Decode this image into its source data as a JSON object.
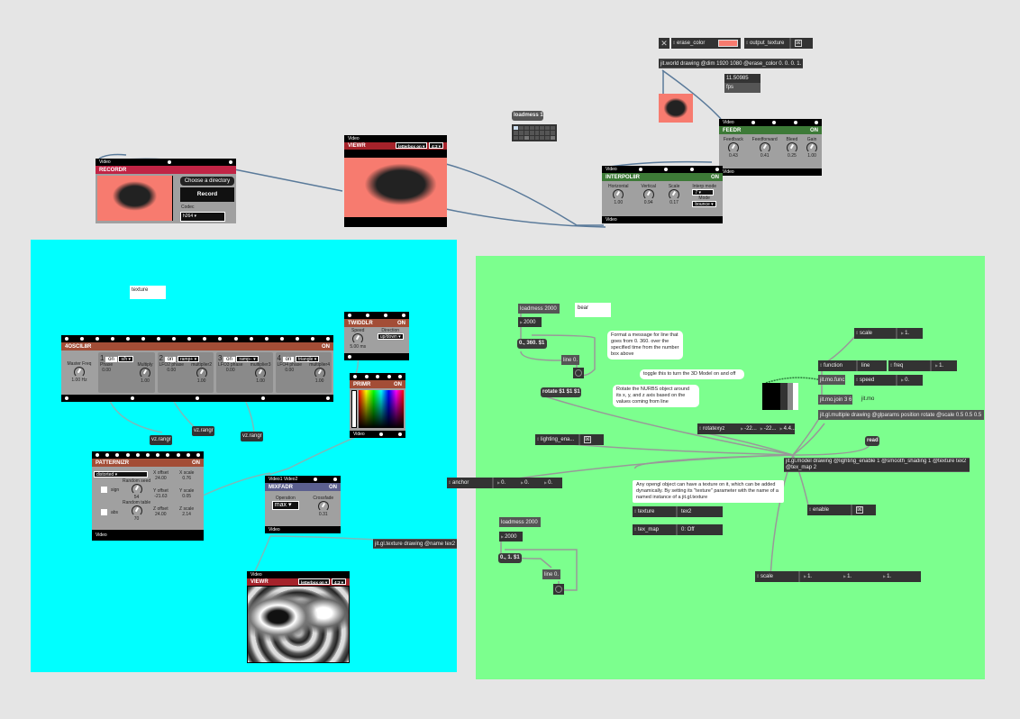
{
  "top": {
    "close_toggle": "✕",
    "erase_color": {
      "name": "erase_color",
      "color": "#f77b6f"
    },
    "output_texture": {
      "name": "output_texture",
      "value": "☒"
    },
    "jit_world": "jit.world drawing @dim 1920 1080 @erase_color 0. 0. 0. 1.",
    "fps_value": "11.50985",
    "fps_unit": "fps",
    "loadmess1": "loadmess 1"
  },
  "feedr": {
    "bar": "Video",
    "title": "FEEDR",
    "on": "ON",
    "knobs": [
      {
        "label": "Feedback",
        "value": "0.43"
      },
      {
        "label": "Feedforward",
        "value": "0.41"
      },
      {
        "label": "Bleed",
        "value": "0.25"
      },
      {
        "label": "Gain",
        "value": "1.00"
      }
    ],
    "footer": "Video"
  },
  "interpolr": {
    "bar": "Video",
    "title": "INTERPOL8R",
    "on": "ON",
    "knobs": [
      {
        "label": "Horizontal",
        "value": "1.00"
      },
      {
        "label": "Vertical",
        "value": "0.94"
      },
      {
        "label": "Scale",
        "value": "0.17"
      }
    ],
    "interp_label": "Interp mode",
    "interp_value": "7",
    "mode_label": "Mode",
    "mode_value": "bounce",
    "footer": "Video"
  },
  "recordr": {
    "bar": "Video",
    "title": "RECORDR",
    "choose_dir": "Choose a directory",
    "record": "Record",
    "codec_label": "Codec",
    "codec_value": "h264"
  },
  "viewr_top": {
    "bar": "Video",
    "title": "VIEWR",
    "letterbox": "letterbox on",
    "aspect": "4:3"
  },
  "viewr_bottom": {
    "bar": "Video",
    "title": "VIEWR",
    "letterbox": "letterbox on",
    "aspect": "4:3"
  },
  "cyan": {
    "texture_comment": "texture",
    "oscil": {
      "title": "4OSCIL8R",
      "on": "ON",
      "master_label": "Master Freq",
      "master_value": "1.00 Hz",
      "channels": [
        {
          "num": "1",
          "on": "on",
          "wave": "s/h",
          "phase_label": "Phase",
          "phase": "0.00",
          "mult_label": "Multiply",
          "mult": "1.00"
        },
        {
          "num": "2",
          "on": "on",
          "wave": "ramp+",
          "phase_label": "LFO2 phase",
          "phase": "0.00",
          "mult_label": "multiplier2",
          "mult": "1.00"
        },
        {
          "num": "3",
          "on": "on",
          "wave": "ramp−",
          "phase_label": "LFO3 phase",
          "phase": "0.00",
          "mult_label": "multiplier3",
          "mult": "1.00"
        },
        {
          "num": "4",
          "on": "on",
          "wave": "triangle",
          "phase_label": "LFO4 phase",
          "phase": "0.00",
          "mult_label": "multiplier4",
          "mult": "1.00"
        }
      ]
    },
    "twiddlr": {
      "title": "TWIDDLR",
      "on": "ON",
      "speed_label": "Speed",
      "speed_value": "5.00 ms",
      "dir_label": "Direction",
      "dir_value": "up/down"
    },
    "primr": {
      "title": "PRIMR",
      "on": "ON",
      "footer": "Video"
    },
    "vz_rangr": [
      "vz.rangr",
      "vz.rangr",
      "vz.rangr"
    ],
    "patternizr": {
      "title": "PATTERNIZR",
      "on": "ON",
      "preset": "distorted",
      "sign": "sign",
      "abs": "abs",
      "random_seed_label": "Random seed",
      "random_seed": "54",
      "random_table_label": "Random table",
      "random_table": "70",
      "xoffset_label": "X offset",
      "xoffset": "24.00",
      "yoffset_label": "Y offset",
      "yoffset": "-21.63",
      "zoffset_label": "Z offset",
      "zoffset": "24.00",
      "xscale_label": "X scale",
      "xscale": "0.76",
      "yscale_label": "Y scale",
      "yscale": "0.05",
      "zscale_label": "Z scale",
      "zscale": "2.14",
      "footer": "Video"
    },
    "mixfadr": {
      "bar1": "Video1",
      "bar2": "Video2",
      "title": "MIXFADR",
      "on": "ON",
      "op_label": "Operation",
      "op_value": "max",
      "cross_label": "Crossfade",
      "cross_value": "0.31",
      "footer": "Video"
    },
    "jit_texture": "jit.gl.texture drawing @name tex2"
  },
  "green": {
    "loadmess2000_a": "loadmess 2000",
    "bear": "bear",
    "num2000_a": "2000",
    "msg_0_360": "0., 360. $1",
    "line_a": "line 0.",
    "comment_format": "Format a message for line that goes from 0. 360. over the specified time from the number box above",
    "comment_toggle": "toggle this to turn the 3D Model on and off",
    "comment_rotate": "Rotate the NURBS object around its x, y, and z axis based on the values coming from line",
    "rotate_msg": "rotate $1 $1 $1",
    "scale_top": {
      "name": "scale",
      "value": "1."
    },
    "function": {
      "name": "function",
      "value": "line"
    },
    "freq": {
      "name": "freq",
      "value": "1."
    },
    "speed": {
      "name": "speed",
      "value": "0."
    },
    "mo_func": "jit.mo.func",
    "mo_join": "jit.mo.join 3 6",
    "mo_label": "jit.mo",
    "multiple": "jit.gl.multiple drawing @glparams position rotate @scale 0.5 0.5 0.5",
    "rotatexyz": {
      "name": "rotatexyz",
      "values": [
        "-22...",
        "-22...",
        "4.4..."
      ]
    },
    "lighting": {
      "name": "lighting_ena...",
      "value": "☒"
    },
    "read": "read",
    "model": "jit.gl.model drawing @lighting_enable 1 @smooth_shading 1 @texture tex2 @tex_map 2",
    "anchor": {
      "name": "anchor",
      "values": [
        "0.",
        "0.",
        "0."
      ]
    },
    "comment_texture": "Any opengl object can have a texture on it, which can be added dynamically. By setting its \"texture\" parameter with the name of a named instance of a jit.gl.texture",
    "texture": {
      "name": "texture",
      "value": "tex2"
    },
    "tex_map": {
      "name": "tex_map",
      "value": "0: Off"
    },
    "enable": {
      "name": "enable",
      "value": "☒"
    },
    "loadmess2000_b": "loadmess 2000",
    "num2000_b": "2000",
    "msg_0_1": "0., 1. $1",
    "line_b": "line 0.",
    "scale_bottom": {
      "name": "scale",
      "values": [
        "1.",
        "1.",
        "1."
      ]
    }
  }
}
